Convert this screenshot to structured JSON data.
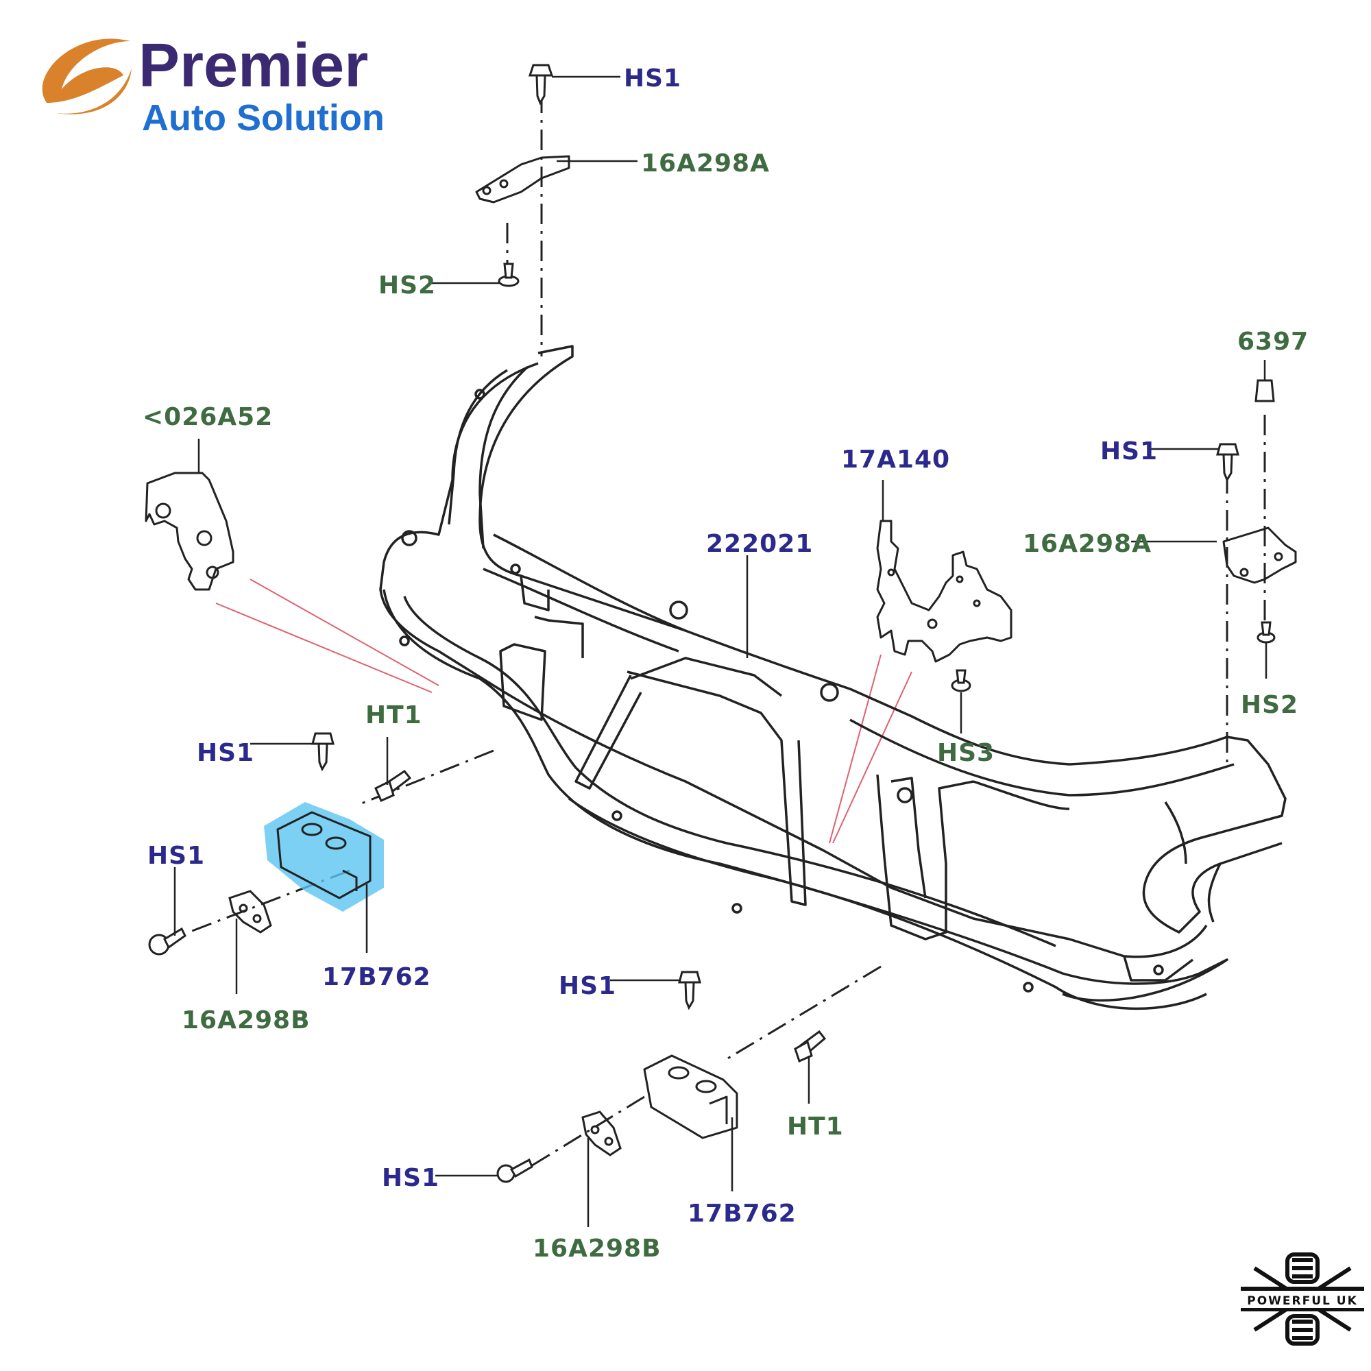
{
  "brand": {
    "name": "Premier",
    "subtitle": "Auto Solution",
    "swoosh_color": "#d9822b",
    "name_color": "#3b2a72",
    "subtitle_color": "#1f6fd1"
  },
  "watermark": {
    "text": "POWERFUL UK"
  },
  "colors": {
    "label_navy": "#2b2a8c",
    "label_green": "#3f6b40",
    "outline": "#222222",
    "highlight": "#5bc4f0",
    "pointer": "#e06070"
  },
  "labels": {
    "hs1_top": "HS1",
    "a16a298a_top": "16A298A",
    "hs2_top": "HS2",
    "p6397": "6397",
    "p026a52": "<026A52",
    "p17a140": "17A140",
    "hs1_right": "HS1",
    "a16a298a_right": "16A298A",
    "p222021": "222021",
    "hs2_right": "HS2",
    "hs3": "HS3",
    "ht1_left": "HT1",
    "hs1_left_upper": "HS1",
    "hs1_left_lower": "HS1",
    "b17b762_left": "17B762",
    "b16a298b_left": "16A298B",
    "hs1_bottom_upper": "HS1",
    "ht1_bottom": "HT1",
    "hs1_bottom_lower": "HS1",
    "b17b762_bottom": "17B762",
    "b16a298b_bottom": "16A298B"
  }
}
